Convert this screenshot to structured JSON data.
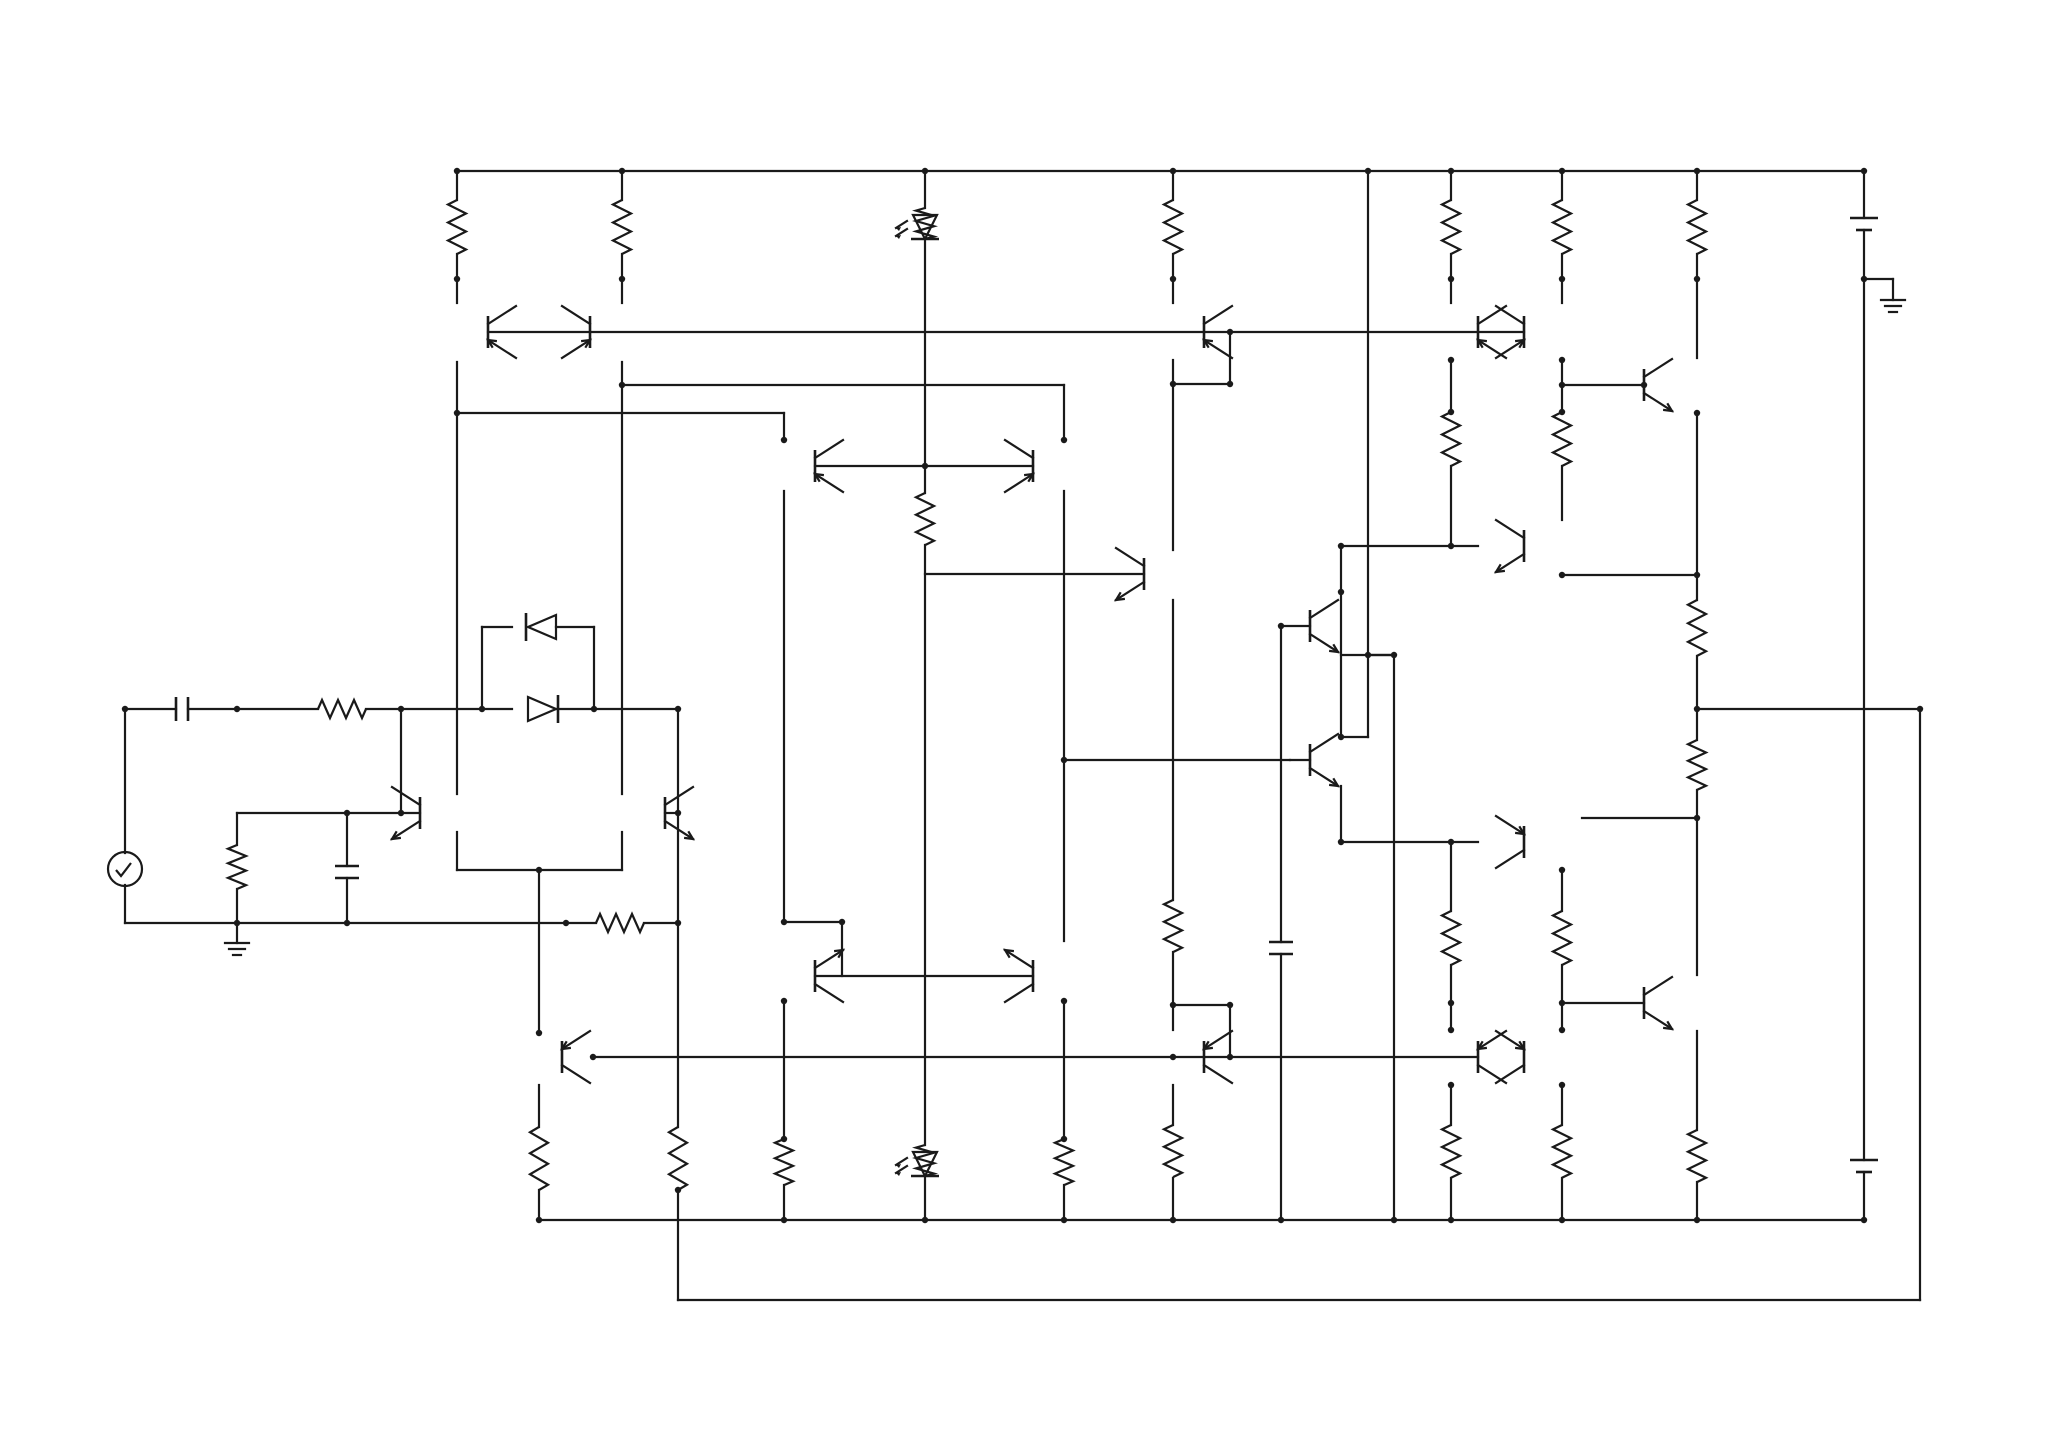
{
  "schematic": {
    "colors": {
      "line": "#1a1a1a",
      "background": "#ffffff"
    },
    "component_types": [
      "npn-transistor",
      "pnp-transistor",
      "resistor",
      "capacitor",
      "diode",
      "led",
      "ac-source",
      "battery",
      "ground"
    ],
    "labels": []
  }
}
